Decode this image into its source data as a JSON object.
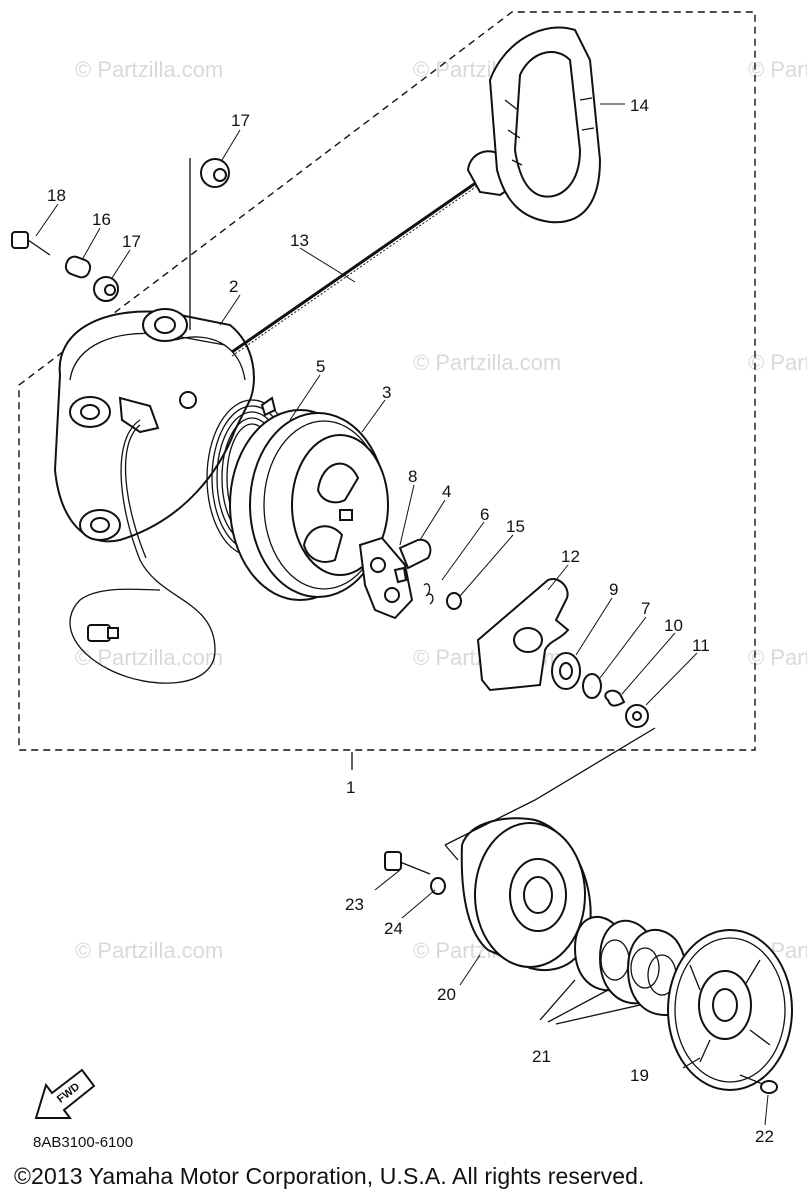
{
  "watermark": "© Partzilla.com",
  "diagram_code": "8AB3100-6100",
  "copyright": "©2013  Yamaha Motor Corporation, U.S.A. All rights reserved.",
  "direction_label": "FWD",
  "callouts": {
    "c1": "1",
    "c2": "2",
    "c3": "3",
    "c4": "4",
    "c5": "5",
    "c6": "6",
    "c7": "7",
    "c8": "8",
    "c9": "9",
    "c10": "10",
    "c11": "11",
    "c12": "12",
    "c13": "13",
    "c14": "14",
    "c15": "15",
    "c16": "16",
    "c17a": "17",
    "c17b": "17",
    "c18": "18",
    "c19": "19",
    "c20": "20",
    "c21": "21",
    "c22": "22",
    "c23": "23",
    "c24": "24"
  }
}
